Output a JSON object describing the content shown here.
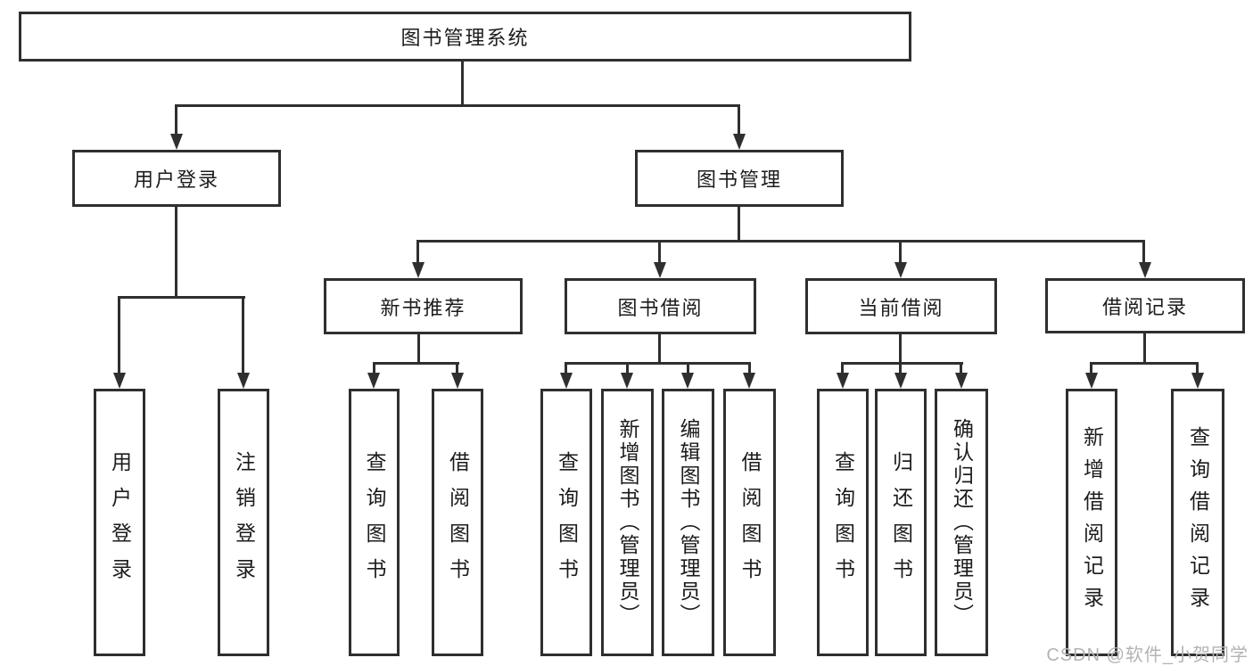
{
  "diagram": {
    "type": "hierarchy-tree",
    "root": {
      "label": "图书管理系统"
    },
    "level2": [
      {
        "id": "user-login",
        "label": "用户登录"
      },
      {
        "id": "book-management",
        "label": "图书管理"
      }
    ],
    "level3": [
      {
        "id": "new-book-recommend",
        "label": "新书推荐",
        "parent": "图书管理"
      },
      {
        "id": "book-borrowing",
        "label": "图书借阅",
        "parent": "图书管理"
      },
      {
        "id": "current-borrowing",
        "label": "当前借阅",
        "parent": "图书管理"
      },
      {
        "id": "borrowing-records",
        "label": "借阅记录",
        "parent": "图书管理"
      }
    ],
    "leaves": {
      "user_login_group": [
        {
          "label": "用户登录"
        },
        {
          "label": "注销登录"
        }
      ],
      "new_book_recommend_group": [
        {
          "label": "查询图书"
        },
        {
          "label": "借阅图书"
        }
      ],
      "book_borrowing_group": [
        {
          "label": "查询图书"
        },
        {
          "label": "新增图书（管理员）"
        },
        {
          "label": "编辑图书（管理员）"
        },
        {
          "label": "借阅图书"
        }
      ],
      "current_borrowing_group": [
        {
          "label": "查询图书"
        },
        {
          "label": "归还图书"
        },
        {
          "label": "确认归还（管理员）"
        }
      ],
      "borrowing_records_group": [
        {
          "label": "新增借阅记录"
        },
        {
          "label": "查询借阅记录"
        }
      ]
    },
    "watermark": "CSDN @软件_小贺同学",
    "colors": {
      "line": "#2f2f2f",
      "text": "#1c1c1c",
      "background": "#ffffff",
      "watermark": "#b3b3b3"
    }
  }
}
